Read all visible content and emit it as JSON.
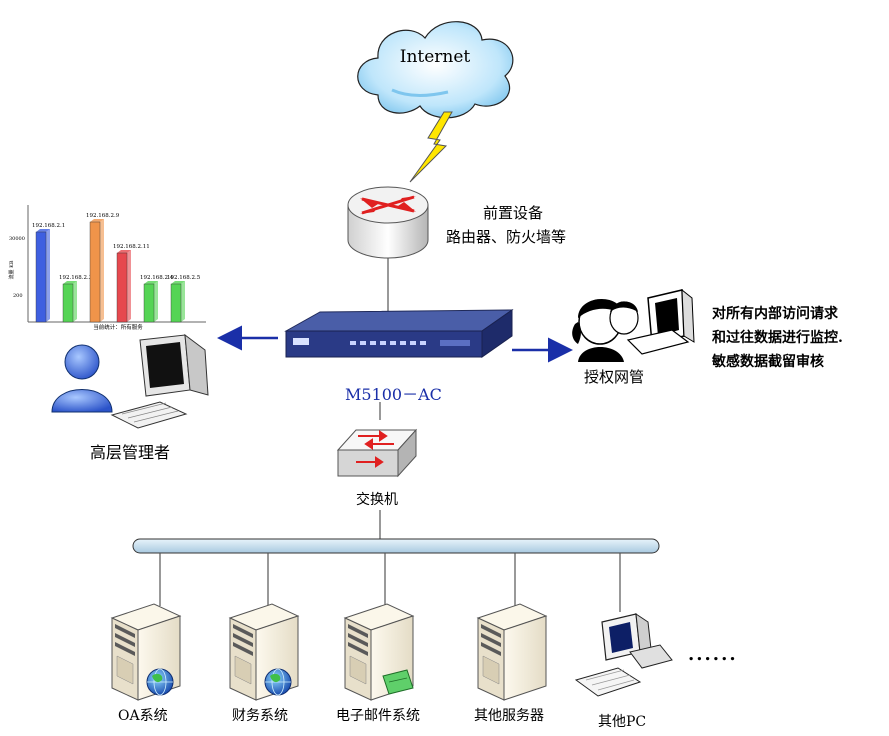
{
  "internet": {
    "label": "Internet"
  },
  "router": {
    "label_line1": "前置设备",
    "label_line2": "路由器、防火墙等"
  },
  "device": {
    "label": "M5100－AC"
  },
  "switch": {
    "label": "交换机"
  },
  "admin": {
    "label": "授权网管",
    "desc_line1": "对所有内部访问请求",
    "desc_line2": "和过往数据进行监控.",
    "desc_line3": "敏感数据截留审核"
  },
  "manager": {
    "label": "高层管理者"
  },
  "servers": [
    {
      "label": "OA系统"
    },
    {
      "label": "财务系统"
    },
    {
      "label": "电子邮件系统"
    },
    {
      "label": "其他服务器"
    },
    {
      "label": "其他PC"
    }
  ],
  "ellipsis": "......",
  "colors": {
    "arrow": "#1a2fa8",
    "bus": "#c6dcec",
    "device_label": "#1a2fa8"
  },
  "chart_data": {
    "type": "bar",
    "categories": [
      "192.168.2.1",
      "192.168.2.3",
      "192.168.2.9",
      "192.168.2.11",
      "192.168.2.4",
      "192.168.2.5"
    ],
    "values": [
      900,
      380,
      1000,
      690,
      380,
      380
    ],
    "bar_colors": [
      "#3e5fe0",
      "#55d455",
      "#f0944a",
      "#e6484e",
      "#55d455",
      "#55d455"
    ],
    "ylabel": "流量 KB",
    "y_tick_labels": [
      "30000",
      "200"
    ],
    "xlabel": "当前统计：所有服务",
    "ylim": [
      0,
      1100
    ]
  }
}
